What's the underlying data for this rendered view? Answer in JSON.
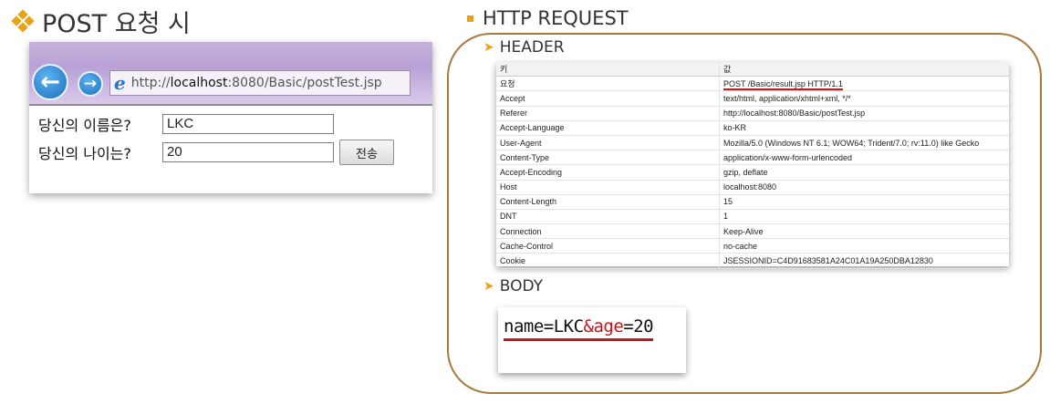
{
  "left_heading": "POST 요청 시",
  "browser": {
    "url_prefix": "http://",
    "url_host": "localhost",
    "url_rest": ":8080/Basic/postTest.jsp",
    "name_label": "당신의 이름은?",
    "name_value": "LKC",
    "age_label": "당신의 나이는?",
    "age_value": "20",
    "submit_label": "전송"
  },
  "right_heading": "HTTP REQUEST",
  "header_section": {
    "title": "HEADER",
    "col_key": "키",
    "col_value": "값",
    "rows": [
      {
        "key": "요청",
        "value": "POST /Basic/result.jsp HTTP/1.1"
      },
      {
        "key": "Accept",
        "value": "text/html, application/xhtml+xml, */*"
      },
      {
        "key": "Referer",
        "value": "http://localhost:8080/Basic/postTest.jsp"
      },
      {
        "key": "Accept-Language",
        "value": "ko-KR"
      },
      {
        "key": "User-Agent",
        "value": "Mozilla/5.0 (Windows NT 6.1; WOW64; Trident/7.0; rv:11.0) like Gecko"
      },
      {
        "key": "Content-Type",
        "value": "application/x-www-form-urlencoded"
      },
      {
        "key": "Accept-Encoding",
        "value": "gzip, deflate"
      },
      {
        "key": "Host",
        "value": "localhost:8080"
      },
      {
        "key": "Content-Length",
        "value": "15"
      },
      {
        "key": "DNT",
        "value": "1"
      },
      {
        "key": "Connection",
        "value": "Keep-Alive"
      },
      {
        "key": "Cache-Control",
        "value": "no-cache"
      },
      {
        "key": "Cookie",
        "value": "JSESSIONID=C4D91683581A24C01A19A250DBA12830"
      }
    ]
  },
  "body_section": {
    "title": "BODY",
    "part1": "name=LKC",
    "part2": "&age",
    "part3": "=20"
  },
  "colors": {
    "bullet": "#e8a317",
    "frame": "#a77b3d",
    "highlight": "#c5141a"
  }
}
